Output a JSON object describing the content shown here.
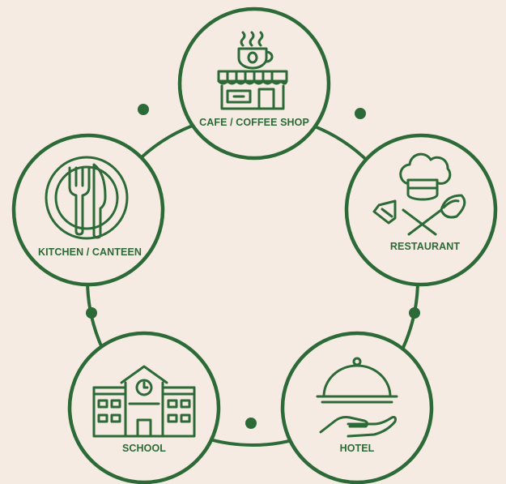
{
  "colors": {
    "background": "#f6ebe2",
    "accent": "#2c6a37"
  },
  "nodes": [
    {
      "label": "CAFE / COFFEE SHOP",
      "icon": "coffee-shop-icon"
    },
    {
      "label": "RESTAURANT",
      "icon": "chef-hat-utensils-icon"
    },
    {
      "label": "HOTEL",
      "icon": "cloche-hand-icon"
    },
    {
      "label": "SCHOOL",
      "icon": "school-building-icon"
    },
    {
      "label": "KITCHEN / CANTEEN",
      "icon": "plate-fork-knife-icon"
    }
  ]
}
